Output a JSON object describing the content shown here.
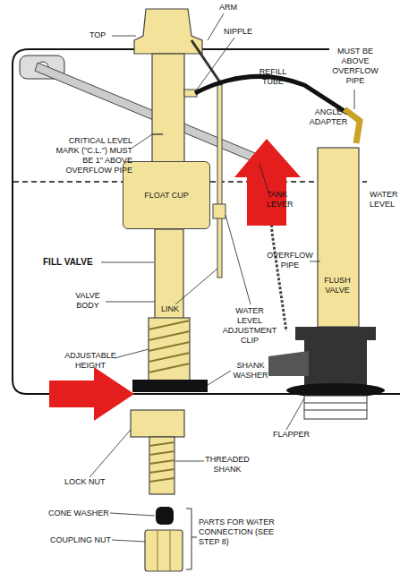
{
  "diagram": {
    "nodes": [
      {
        "text": [
          "FLOAT CUP"
        ]
      }
    ],
    "labels": [
      "ARM",
      "TOP",
      "NIPPLE",
      "MUST BE ABOVE OVERFLOW PIPE",
      "REFILL TUBE",
      "ANGLE ADAPTER",
      "CRITICAL LEVEL MARK (\"C.L.\") MUST BE 1\" ABOVE OVERFLOW PIPE",
      "TANK LEVER",
      "WATER LEVEL",
      "OVERFLOW PIPE",
      "FLUSH VALVE",
      "FILL VALVE",
      "LINK",
      "VALVE BODY",
      "WATER LEVEL ADJUSTMENT CLIP",
      "ADJUSTABLE HEIGHT",
      "SHANK WASHER",
      "FLAPPER",
      "THREADED SHANK",
      "LOCK NUT",
      "CONE WASHER",
      "COUPLING NUT",
      "PARTS FOR WATER CONNECTION (SEE STEP 8)"
    ]
  }
}
